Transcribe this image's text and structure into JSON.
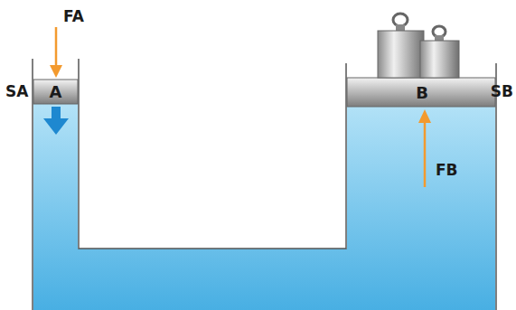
{
  "diagram": {
    "nodes": [
      {
        "text": [
          "A"
        ]
      },
      {
        "text": [
          "B"
        ]
      }
    ],
    "labels": [
      "FA",
      "SA",
      "SB",
      "FB"
    ]
  }
}
